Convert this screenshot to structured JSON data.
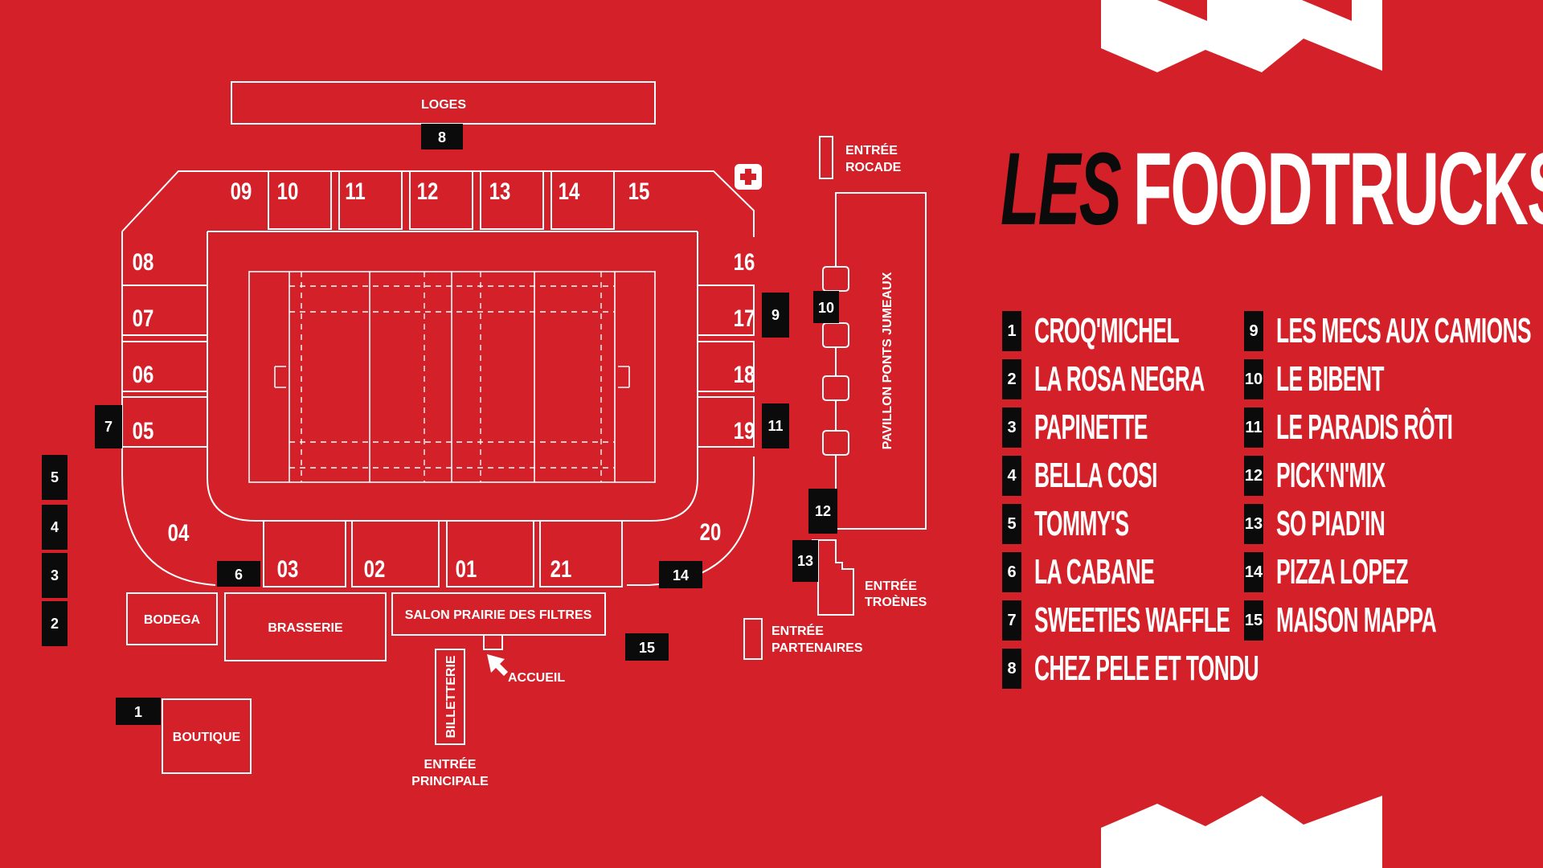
{
  "map": {
    "sections": {
      "s01": "01",
      "s02": "02",
      "s03": "03",
      "s04": "04",
      "s05": "05",
      "s06": "06",
      "s07": "07",
      "s08": "08",
      "s09": "09",
      "s10": "10",
      "s11": "11",
      "s12": "12",
      "s13": "13",
      "s14": "14",
      "s15": "15",
      "s16": "16",
      "s17": "17",
      "s18": "18",
      "s19": "19",
      "s20": "20",
      "s21": "21"
    },
    "buildings": {
      "loges": "LOGES",
      "bodega": "BODEGA",
      "brasserie": "BRASSERIE",
      "salon": "SALON PRAIRIE DES FILTRES",
      "billetterie": "BILLETTERIE",
      "boutique": "BOUTIQUE",
      "pavillon": "PAVILLON PONTS JUMEAUX"
    },
    "entrances": {
      "rocade_1": "ENTRÉE",
      "rocade_2": "ROCADE",
      "troenes_1": "ENTRÉE",
      "troenes_2": "TROÈNES",
      "partenaires_1": "ENTRÉE",
      "partenaires_2": "PARTENAIRES",
      "principale_1": "ENTRÉE",
      "principale_2": "PRINCIPALE",
      "accueil": "ACCUEIL"
    },
    "markers": {
      "m1": "1",
      "m2": "2",
      "m3": "3",
      "m4": "4",
      "m5": "5",
      "m6": "6",
      "m7": "7",
      "m8": "8",
      "m9": "9",
      "m10": "10",
      "m11": "11",
      "m12": "12",
      "m13": "13",
      "m14": "14",
      "m15": "15"
    },
    "first_aid_icon": "plus-cross-icon"
  },
  "panel": {
    "title_prefix": "LES",
    "title_main": "FOODTRUCKS",
    "left": [
      {
        "num": "1",
        "name": "CROQ'MICHEL"
      },
      {
        "num": "2",
        "name": "LA ROSA NEGRA"
      },
      {
        "num": "3",
        "name": "PAPINETTE"
      },
      {
        "num": "4",
        "name": "BELLA COSI"
      },
      {
        "num": "5",
        "name": "TOMMY'S"
      },
      {
        "num": "6",
        "name": "LA CABANE"
      },
      {
        "num": "7",
        "name": "SWEETIES WAFFLE"
      },
      {
        "num": "8",
        "name": "CHEZ PELE ET TONDU"
      }
    ],
    "right": [
      {
        "num": "9",
        "name": "LES MECS AUX CAMIONS"
      },
      {
        "num": "10",
        "name": "LE BIBENT"
      },
      {
        "num": "11",
        "name": "LE PARADIS RÔTI"
      },
      {
        "num": "12",
        "name": "PICK'N'MIX"
      },
      {
        "num": "13",
        "name": "SO PIAD'IN"
      },
      {
        "num": "14",
        "name": "PIZZA LOPEZ"
      },
      {
        "num": "15",
        "name": "MAISON MAPPA"
      }
    ]
  },
  "colors": {
    "background": "#d42028",
    "marker": "#0b0b0b",
    "line": "#ffffff"
  }
}
